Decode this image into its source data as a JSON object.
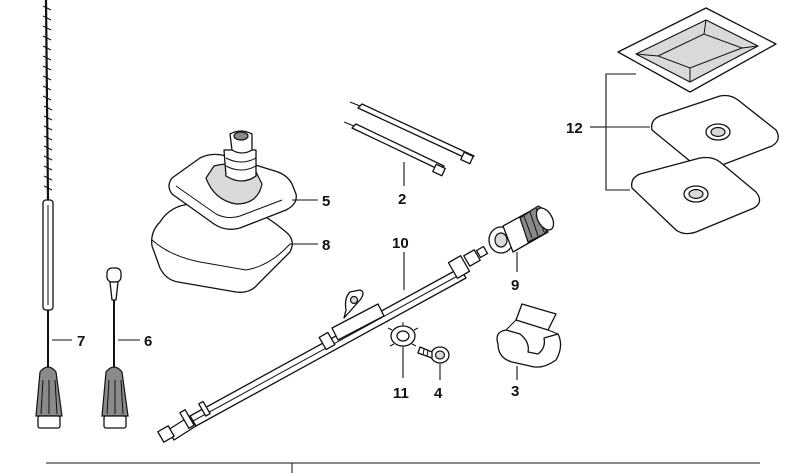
{
  "diagram": {
    "type": "exploded-parts-diagram",
    "callouts": [
      {
        "id": "c1",
        "label": "5",
        "part": "antenna-base-seal"
      },
      {
        "id": "c2",
        "label": "8",
        "part": "antenna-base-pad"
      },
      {
        "id": "c3",
        "label": "2",
        "part": "cable-ties"
      },
      {
        "id": "c4",
        "label": "10",
        "part": "antenna-cable"
      },
      {
        "id": "c5",
        "label": "9",
        "part": "antenna-adapter"
      },
      {
        "id": "c6",
        "label": "12",
        "part": "mounting-pads-set"
      },
      {
        "id": "c7",
        "label": "7",
        "part": "rod-antenna"
      },
      {
        "id": "c8",
        "label": "6",
        "part": "short-rod-antenna"
      },
      {
        "id": "c9",
        "label": "11",
        "part": "lock-washer"
      },
      {
        "id": "c10",
        "label": "4",
        "part": "screw"
      },
      {
        "id": "c11",
        "label": "3",
        "part": "cable-clip"
      }
    ]
  }
}
